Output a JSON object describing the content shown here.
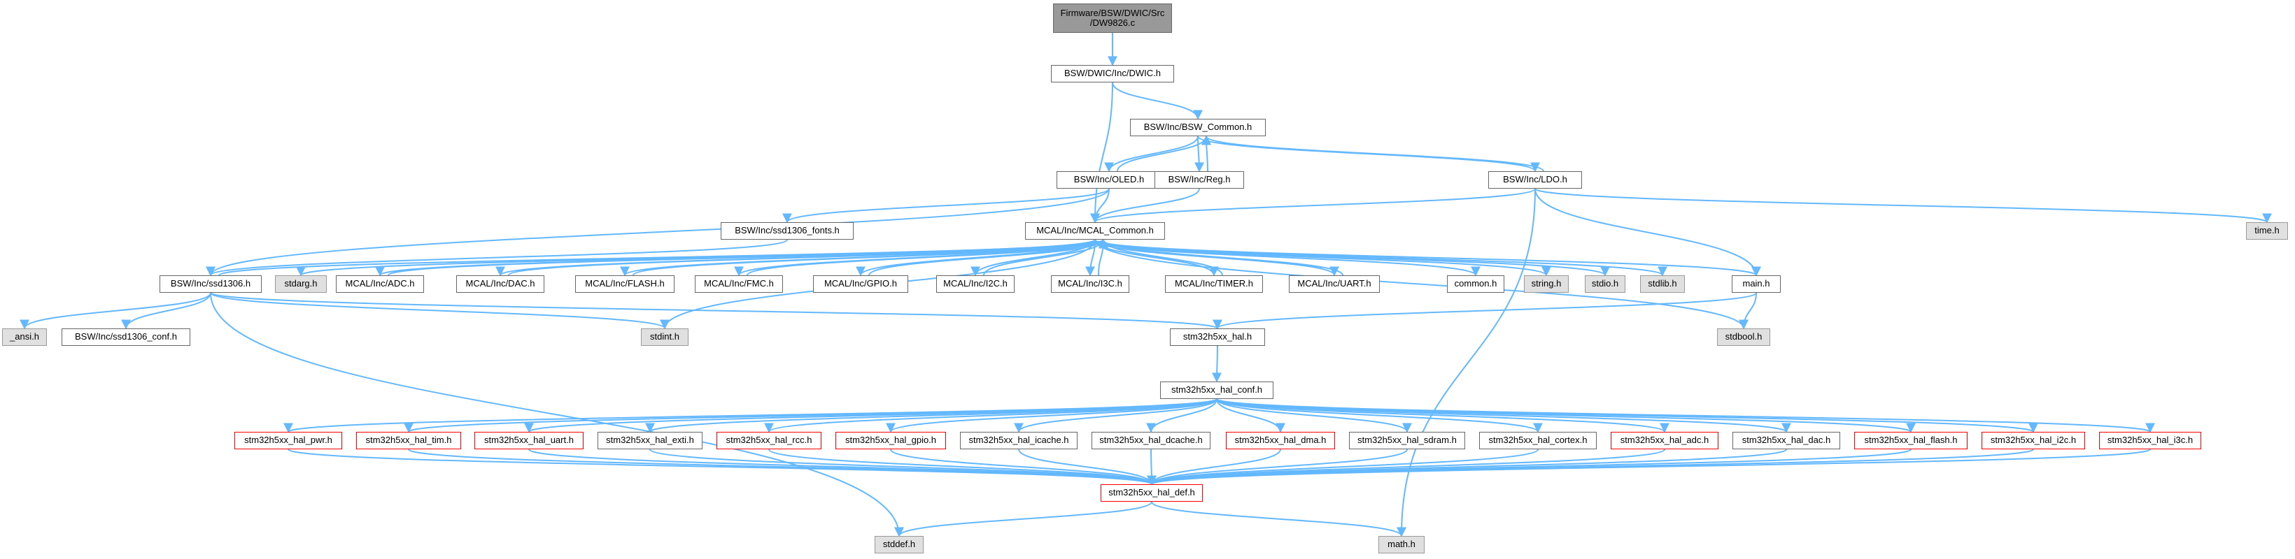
{
  "colors": {
    "edge": "#63b8ff",
    "node_border": "#666666",
    "node_fill": "#ffffff",
    "system_header_fill": "#e0e0e0",
    "incomplete_border": "#ff0000",
    "root_fill": "#999999"
  },
  "nodes": [
    {
      "id": "dw9826_c",
      "label": "Firmware/BSW/DWIC/Src\n/DW9826.c",
      "style": "root"
    },
    {
      "id": "dwic_h",
      "label": "BSW/DWIC/Inc/DWIC.h",
      "style": "normal"
    },
    {
      "id": "bsw_common_h",
      "label": "BSW/Inc/BSW_Common.h",
      "style": "normal"
    },
    {
      "id": "oled_h",
      "label": "BSW/Inc/OLED.h",
      "style": "normal"
    },
    {
      "id": "reg_h",
      "label": "BSW/Inc/Reg.h",
      "style": "normal"
    },
    {
      "id": "ldo_h",
      "label": "BSW/Inc/LDO.h",
      "style": "normal"
    },
    {
      "id": "time_h",
      "label": "time.h",
      "style": "system"
    },
    {
      "id": "ssd1306_fonts_h",
      "label": "BSW/Inc/ssd1306_fonts.h",
      "style": "normal"
    },
    {
      "id": "mcal_common_h",
      "label": "MCAL/Inc/MCAL_Common.h",
      "style": "normal"
    },
    {
      "id": "ssd1306_h",
      "label": "BSW/Inc/ssd1306.h",
      "style": "normal"
    },
    {
      "id": "stdarg_h",
      "label": "stdarg.h",
      "style": "system"
    },
    {
      "id": "adc_h",
      "label": "MCAL/Inc/ADC.h",
      "style": "normal"
    },
    {
      "id": "dac_h",
      "label": "MCAL/Inc/DAC.h",
      "style": "normal"
    },
    {
      "id": "flash_h",
      "label": "MCAL/Inc/FLASH.h",
      "style": "normal"
    },
    {
      "id": "fmc_h",
      "label": "MCAL/Inc/FMC.h",
      "style": "normal"
    },
    {
      "id": "gpio_h",
      "label": "MCAL/Inc/GPIO.h",
      "style": "normal"
    },
    {
      "id": "i2c_h",
      "label": "MCAL/Inc/I2C.h",
      "style": "normal"
    },
    {
      "id": "i3c_h",
      "label": "MCAL/Inc/I3C.h",
      "style": "normal"
    },
    {
      "id": "timer_h",
      "label": "MCAL/Inc/TIMER.h",
      "style": "normal"
    },
    {
      "id": "uart_h",
      "label": "MCAL/Inc/UART.h",
      "style": "normal"
    },
    {
      "id": "common_h",
      "label": "common.h",
      "style": "normal"
    },
    {
      "id": "string_h",
      "label": "string.h",
      "style": "system"
    },
    {
      "id": "stdio_h",
      "label": "stdio.h",
      "style": "system"
    },
    {
      "id": "stdlib_h",
      "label": "stdlib.h",
      "style": "system"
    },
    {
      "id": "main_h",
      "label": "main.h",
      "style": "normal"
    },
    {
      "id": "ansi_h",
      "label": "_ansi.h",
      "style": "system"
    },
    {
      "id": "ssd1306_conf_h",
      "label": "BSW/Inc/ssd1306_conf.h",
      "style": "normal"
    },
    {
      "id": "stdint_h",
      "label": "stdint.h",
      "style": "system"
    },
    {
      "id": "hal_h",
      "label": "stm32h5xx_hal.h",
      "style": "normal"
    },
    {
      "id": "stdbool_h",
      "label": "stdbool.h",
      "style": "system"
    },
    {
      "id": "hal_conf_h",
      "label": "stm32h5xx_hal_conf.h",
      "style": "normal"
    },
    {
      "id": "hal_pwr_h",
      "label": "stm32h5xx_hal_pwr.h",
      "style": "incomplete"
    },
    {
      "id": "hal_tim_h",
      "label": "stm32h5xx_hal_tim.h",
      "style": "incomplete"
    },
    {
      "id": "hal_uart_h",
      "label": "stm32h5xx_hal_uart.h",
      "style": "incomplete"
    },
    {
      "id": "hal_exti_h",
      "label": "stm32h5xx_hal_exti.h",
      "style": "normal"
    },
    {
      "id": "hal_rcc_h",
      "label": "stm32h5xx_hal_rcc.h",
      "style": "incomplete"
    },
    {
      "id": "hal_gpio_h",
      "label": "stm32h5xx_hal_gpio.h",
      "style": "incomplete"
    },
    {
      "id": "hal_icache_h",
      "label": "stm32h5xx_hal_icache.h",
      "style": "normal"
    },
    {
      "id": "hal_dcache_h",
      "label": "stm32h5xx_hal_dcache.h",
      "style": "normal"
    },
    {
      "id": "hal_dma_h",
      "label": "stm32h5xx_hal_dma.h",
      "style": "incomplete"
    },
    {
      "id": "hal_sdram_h",
      "label": "stm32h5xx_hal_sdram.h",
      "style": "normal"
    },
    {
      "id": "hal_cortex_h",
      "label": "stm32h5xx_hal_cortex.h",
      "style": "normal"
    },
    {
      "id": "hal_adc_h",
      "label": "stm32h5xx_hal_adc.h",
      "style": "incomplete"
    },
    {
      "id": "hal_dac_h",
      "label": "stm32h5xx_hal_dac.h",
      "style": "normal"
    },
    {
      "id": "hal_flash_h",
      "label": "stm32h5xx_hal_flash.h",
      "style": "incomplete"
    },
    {
      "id": "hal_i2c_h",
      "label": "stm32h5xx_hal_i2c.h",
      "style": "incomplete"
    },
    {
      "id": "hal_i3c_h",
      "label": "stm32h5xx_hal_i3c.h",
      "style": "incomplete"
    },
    {
      "id": "hal_def_h",
      "label": "stm32h5xx_hal_def.h",
      "style": "incomplete"
    },
    {
      "id": "stddef_h",
      "label": "stddef.h",
      "style": "system"
    },
    {
      "id": "math_h",
      "label": "math.h",
      "style": "system"
    }
  ],
  "edges": [
    [
      "dw9826_c",
      "dwic_h"
    ],
    [
      "dwic_h",
      "bsw_common_h"
    ],
    [
      "dwic_h",
      "mcal_common_h"
    ],
    [
      "bsw_common_h",
      "oled_h"
    ],
    [
      "bsw_common_h",
      "reg_h"
    ],
    [
      "bsw_common_h",
      "ldo_h"
    ],
    [
      "oled_h",
      "bsw_common_h"
    ],
    [
      "oled_h",
      "mcal_common_h"
    ],
    [
      "oled_h",
      "ssd1306_fonts_h"
    ],
    [
      "oled_h",
      "ssd1306_h"
    ],
    [
      "reg_h",
      "bsw_common_h"
    ],
    [
      "reg_h",
      "mcal_common_h"
    ],
    [
      "ldo_h",
      "bsw_common_h"
    ],
    [
      "ldo_h",
      "mcal_common_h"
    ],
    [
      "ldo_h",
      "time_h"
    ],
    [
      "ldo_h",
      "main_h"
    ],
    [
      "ldo_h",
      "math_h"
    ],
    [
      "ssd1306_fonts_h",
      "ssd1306_h"
    ],
    [
      "mcal_common_h",
      "stdarg_h"
    ],
    [
      "mcal_common_h",
      "adc_h"
    ],
    [
      "mcal_common_h",
      "dac_h"
    ],
    [
      "mcal_common_h",
      "flash_h"
    ],
    [
      "mcal_common_h",
      "fmc_h"
    ],
    [
      "mcal_common_h",
      "gpio_h"
    ],
    [
      "mcal_common_h",
      "i2c_h"
    ],
    [
      "mcal_common_h",
      "i3c_h"
    ],
    [
      "mcal_common_h",
      "timer_h"
    ],
    [
      "mcal_common_h",
      "uart_h"
    ],
    [
      "mcal_common_h",
      "common_h"
    ],
    [
      "mcal_common_h",
      "string_h"
    ],
    [
      "mcal_common_h",
      "stdio_h"
    ],
    [
      "mcal_common_h",
      "stdlib_h"
    ],
    [
      "mcal_common_h",
      "main_h"
    ],
    [
      "mcal_common_h",
      "stdint_h"
    ],
    [
      "mcal_common_h",
      "stdbool_h"
    ],
    [
      "ssd1306_h",
      "mcal_common_h"
    ],
    [
      "ssd1306_h",
      "ansi_h"
    ],
    [
      "ssd1306_h",
      "ssd1306_conf_h"
    ],
    [
      "ssd1306_h",
      "stdint_h"
    ],
    [
      "ssd1306_h",
      "hal_h"
    ],
    [
      "ssd1306_h",
      "stddef_h"
    ],
    [
      "adc_h",
      "mcal_common_h"
    ],
    [
      "dac_h",
      "mcal_common_h"
    ],
    [
      "flash_h",
      "mcal_common_h"
    ],
    [
      "fmc_h",
      "mcal_common_h"
    ],
    [
      "gpio_h",
      "mcal_common_h"
    ],
    [
      "i2c_h",
      "mcal_common_h"
    ],
    [
      "i3c_h",
      "mcal_common_h"
    ],
    [
      "timer_h",
      "mcal_common_h"
    ],
    [
      "uart_h",
      "mcal_common_h"
    ],
    [
      "main_h",
      "hal_h"
    ],
    [
      "main_h",
      "stdbool_h"
    ],
    [
      "hal_h",
      "hal_conf_h"
    ],
    [
      "hal_conf_h",
      "hal_pwr_h"
    ],
    [
      "hal_conf_h",
      "hal_tim_h"
    ],
    [
      "hal_conf_h",
      "hal_uart_h"
    ],
    [
      "hal_conf_h",
      "hal_exti_h"
    ],
    [
      "hal_conf_h",
      "hal_rcc_h"
    ],
    [
      "hal_conf_h",
      "hal_gpio_h"
    ],
    [
      "hal_conf_h",
      "hal_icache_h"
    ],
    [
      "hal_conf_h",
      "hal_dcache_h"
    ],
    [
      "hal_conf_h",
      "hal_dma_h"
    ],
    [
      "hal_conf_h",
      "hal_sdram_h"
    ],
    [
      "hal_conf_h",
      "hal_cortex_h"
    ],
    [
      "hal_conf_h",
      "hal_adc_h"
    ],
    [
      "hal_conf_h",
      "hal_dac_h"
    ],
    [
      "hal_conf_h",
      "hal_flash_h"
    ],
    [
      "hal_conf_h",
      "hal_i2c_h"
    ],
    [
      "hal_conf_h",
      "hal_i3c_h"
    ],
    [
      "hal_pwr_h",
      "hal_def_h"
    ],
    [
      "hal_tim_h",
      "hal_def_h"
    ],
    [
      "hal_uart_h",
      "hal_def_h"
    ],
    [
      "hal_exti_h",
      "hal_def_h"
    ],
    [
      "hal_rcc_h",
      "hal_def_h"
    ],
    [
      "hal_gpio_h",
      "hal_def_h"
    ],
    [
      "hal_icache_h",
      "hal_def_h"
    ],
    [
      "hal_dcache_h",
      "hal_def_h"
    ],
    [
      "hal_dma_h",
      "hal_def_h"
    ],
    [
      "hal_sdram_h",
      "hal_def_h"
    ],
    [
      "hal_cortex_h",
      "hal_def_h"
    ],
    [
      "hal_adc_h",
      "hal_def_h"
    ],
    [
      "hal_dac_h",
      "hal_def_h"
    ],
    [
      "hal_flash_h",
      "hal_def_h"
    ],
    [
      "hal_i2c_h",
      "hal_def_h"
    ],
    [
      "hal_i3c_h",
      "hal_def_h"
    ],
    [
      "hal_def_h",
      "stddef_h"
    ],
    [
      "hal_def_h",
      "math_h"
    ]
  ]
}
